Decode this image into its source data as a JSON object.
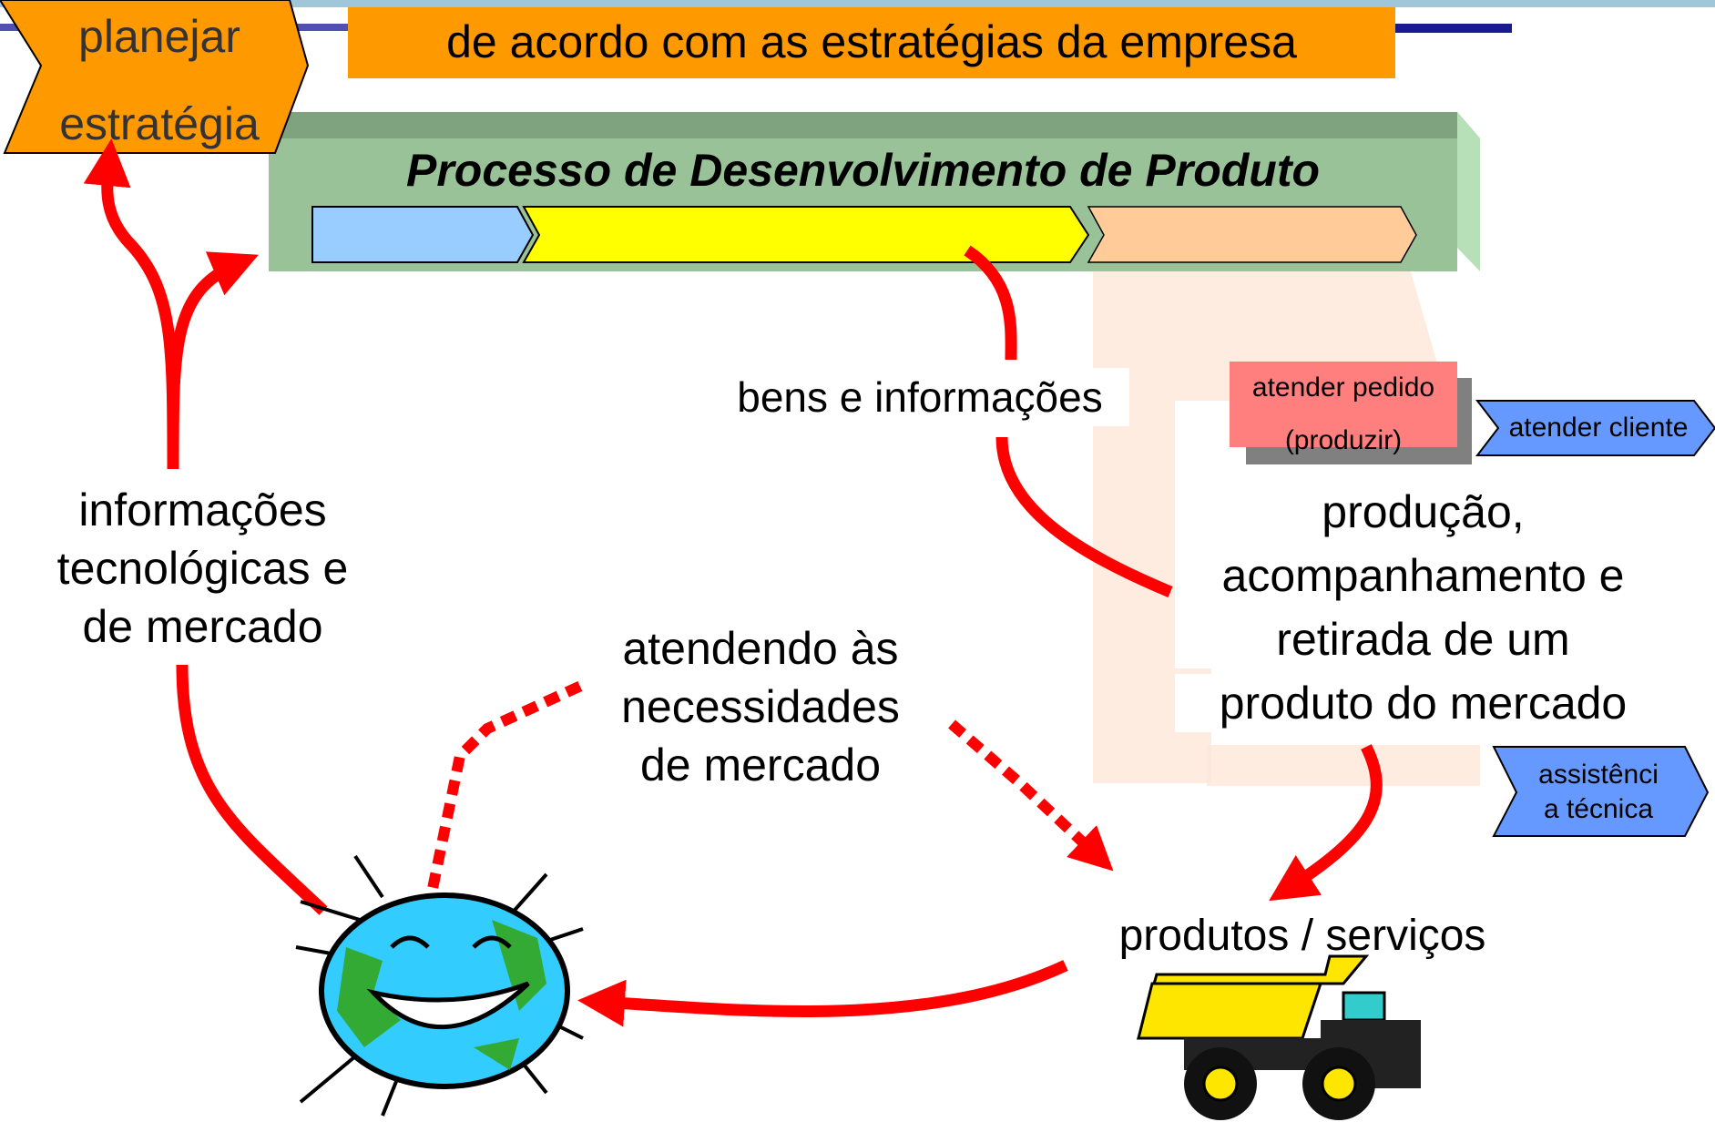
{
  "planejar": {
    "line1": "planejar",
    "line2": "estratégia"
  },
  "strategy_banner": {
    "text": "de acordo com as estratégias da empresa"
  },
  "pdp": {
    "title": "Processo de Desenvolvimento de Produto"
  },
  "labels": {
    "bens": "bens e informações",
    "info": [
      "informações",
      "tecnológicas e",
      "de mercado"
    ],
    "atendendo": [
      "atendendo às",
      "necessidades",
      "de mercado"
    ],
    "producao": [
      "produção,",
      "acompanhamento e",
      "retirada de um",
      "produto do mercado"
    ],
    "produtos": "produtos / serviços"
  },
  "boxes": {
    "atender_pedido": {
      "line1": "atender pedido",
      "line2": "(produzir)"
    },
    "atender_cliente": "atender cliente",
    "assistencia": {
      "line1": "assistênci",
      "line2": "a técnica"
    }
  },
  "colors": {
    "orange": "#FF9900",
    "green_bar": "#99C299",
    "blue_phase": "#99CCFF",
    "yellow_phase": "#FFFF00",
    "peach_phase": "#FFCC99",
    "red_arrow": "#FF0000",
    "pink_box": "#FF7F7F",
    "blue_box": "#6699FF"
  }
}
